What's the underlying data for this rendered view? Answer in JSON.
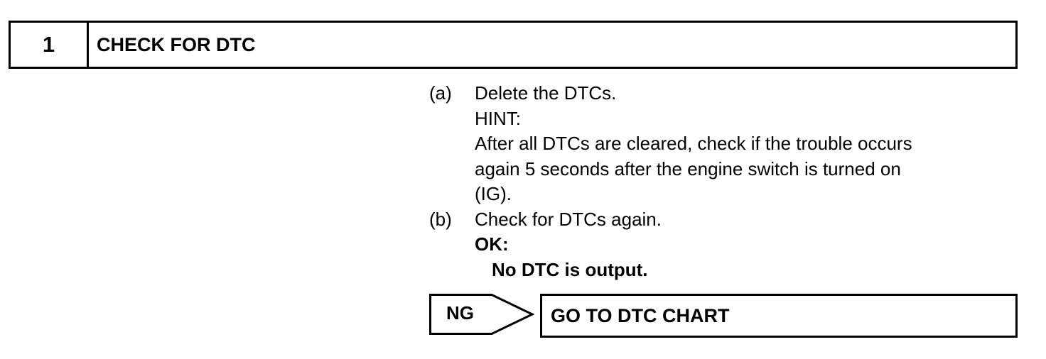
{
  "step": {
    "number": "1",
    "title": "CHECK FOR DTC"
  },
  "instructions": [
    {
      "marker": "(a)",
      "lines": [
        "Delete the DTCs."
      ],
      "hint_label": "HINT:",
      "hint_lines": [
        "After all DTCs are cleared, check if the trouble occurs",
        "again 5 seconds after the engine switch is turned on",
        "(IG)."
      ]
    },
    {
      "marker": "(b)",
      "lines": [
        "Check for DTCs again."
      ],
      "ok_label": "OK:",
      "ok_text": "No DTC is output."
    }
  ],
  "result": {
    "ng_label": "NG",
    "action": "GO TO DTC CHART"
  }
}
